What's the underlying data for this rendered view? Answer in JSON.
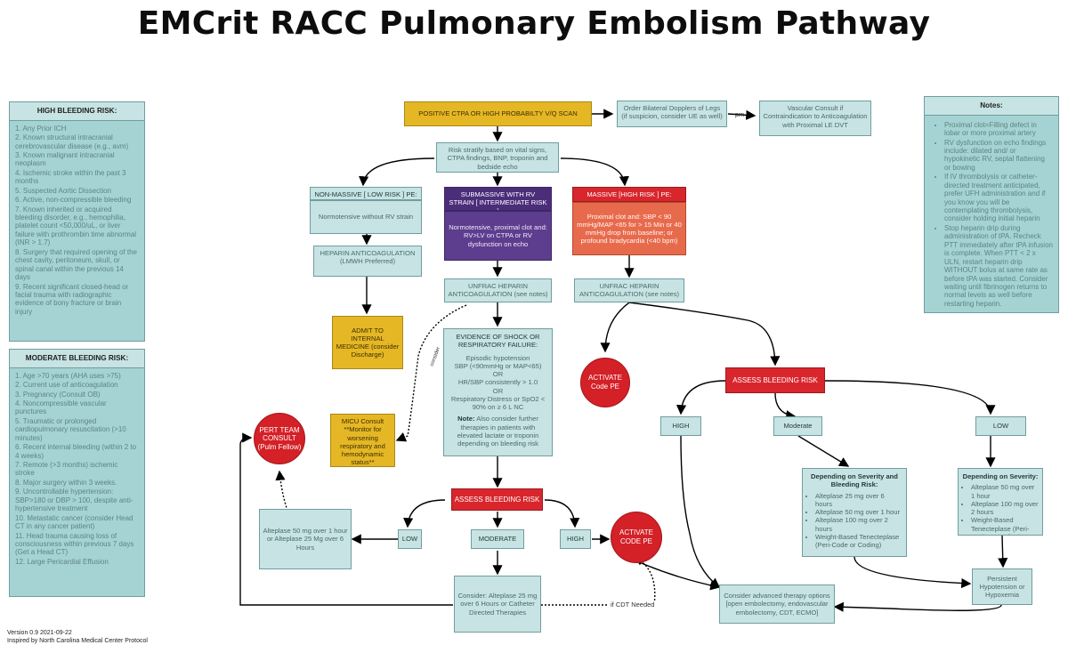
{
  "title": "EMCrit RACC Pulmonary Embolism Pathway",
  "start": "POSITIVE CTPA OR HIGH PROBABILTY V/Q SCAN",
  "dopplers": [
    "Order Bilateral Dopplers of Legs",
    "(if suspicion, consider UE as well)"
  ],
  "vascular": "Vascular Consult if Contraindication to Anticoagulation with Proximal LE DVT",
  "prn": "prn",
  "stratify": "Risk stratify based on vital signs, CTPA findings, BNP, troponin and bedside echo",
  "nonmassive": {
    "header": "NON-MASSIVE [ LOW RISK ] PE:",
    "body": "Normotensive without RV strain",
    "heparin": "HEPARIN ANTICOAGULATION (LMWH Preferred)",
    "admit": "ADMIT TO INTERNAL MEDICINE (consider Discharge)"
  },
  "submassive": {
    "header": "SUBMASSIVE WITH RV STRAIN [ INTERMEDIATE RISK ]",
    "body": "Normotensive, proximal clot and: RV>LV on CTPA or RV dysfunction on echo",
    "heparin": "UNFRAC HEPARIN ANTICOAGULATION (see notes)"
  },
  "massive": {
    "header": "MASSIVE [HIGH RISK ] PE:",
    "body": "Proximal clot and: SBP < 90 mmHg/MAP <65 for > 15 Min or 40 mmHg drop from baseline; or profound bradycardia (<40 bpm)",
    "heparin": "UNFRAC HEPARIN ANTICOAGULATION (see notes)"
  },
  "shock": {
    "header": "EVIDENCE OF SHOCK OR RESPIRATORY FAILURE:",
    "lines": [
      "Episodic hypotension",
      "SBP (<90mmHg or MAP<65)",
      "OR",
      "HR/SBP consistently > 1.0",
      "OR",
      "Respiratory Distress or SpO2 < 90% on ≥ 6 L NC"
    ],
    "note_label": "Note:",
    "note": " Also consider further therapies in patients with elevated lactate or troponin depending on bleeding risk"
  },
  "micu": "MICU Consult **Monitor for worsening respiratory and hemodynamic status**",
  "pert": [
    "PERT TEAM CONSULT",
    "(Pulm Fellow)"
  ],
  "consider_label": "consider",
  "activate1": [
    "ACTIVATE",
    "Code PE"
  ],
  "activate2": [
    "ACTIVATE",
    "CODE PE"
  ],
  "assess1": "ASSESS BLEEDING RISK",
  "assess2": "ASSESS BLEEDING RISK",
  "risk_low": "LOW",
  "risk_moderate": "MODERATE",
  "risk_high": "HIGH",
  "alteplase_low": "Alteplase 50 mg over 1 hour or Alteplase 25 Mg over 6 Hours",
  "consider_low": "Consider: Alteplase 25 mg over 6 Hours or Catheter Directed Therapies",
  "cdt_needed": "if CDT Needed",
  "mass_high": "HIGH",
  "mass_moderate": "Moderate",
  "mass_low": "LOW",
  "severity_mod": {
    "header": "Depending on Severity and Bleeding Risk:",
    "items": [
      "Alteplase 25 mg over 6 hours",
      "Alteplase 50 mg over 1 hour",
      "Alteplase 100 mg over 2 hours",
      "Weight-Based Tenecteplase (Peri-Code or Coding)"
    ]
  },
  "severity_low": {
    "header": "Depending on Severity:",
    "items": [
      "Alteplase 50 mg over 1 hour",
      "Alteplase 100 mg over 2 hours",
      "Weight-Based Tenecteplase (Peri-Code or Coding)"
    ]
  },
  "persistent": "Persistent Hypotension or Hypoxemia",
  "advanced": "Consider advanced therapy options [open embolectomy, endovascular embolectomy, CDT, ECMO]",
  "high_bleeding": {
    "header": "HIGH BLEEDING RISK:",
    "items": [
      "1.    Any Prior ICH",
      "2.    Known structural intracranial cerebrovascular disease (e.g., avm)",
      "3.    Known malignant intracranial neoplasm",
      "4.    Ischemic stroke within the past 3 months",
      "5.    Suspected Aortic Dissection",
      "6.    Active, non-compressible bleeding",
      "7.    Known inherited or acquired bleeding disorder, e.g., hemophilia, platelet count <50,000/uL, or liver failure with        prothrombin time abnormal (INR > 1.7)",
      "8.    Surgery that required opening of the chest cavity, peritoneum, skull, or spinal canal within the previous 14 days",
      "9.    Recent significant closed-head or facial trauma with radiographic evidence of bony fracture or brain injury"
    ]
  },
  "moderate_bleeding": {
    "header": "MODERATE BLEEDING RISK:",
    "items": [
      "1.    Age >70 years (AHA uses >75)",
      "2.    Current use of anticoagulation",
      "3.    Pregnancy (Consult OB)",
      "4.    Noncompressible vascular punctures",
      "5.    Traumatic or prolonged cardiopulmonary resuscitation (>10 minutes)",
      "6.    Recent internal bleeding (within 2 to 4 weeks)",
      "7.    Remote (>3 months) ischemic stroke",
      "8.    Major surgery within 3 weeks.",
      "9.    Uncontrollable hypertension: SBP>180 or DBP > 100, despite anti-hypertensive treatment",
      "10.  Metastatic cancer (consider Head CT in any cancer patient)",
      "11.  Head trauma causing loss of consciousness within previous 7 days (Get a Head CT)",
      "12.  Large Pericardial Effusion"
    ]
  },
  "notes": {
    "header": "Notes:",
    "items": [
      "Proximal clot=Filling defect in lobar or more proximal artery",
      "RV dysfunction on echo findings include: dilated and/ or hypokinetic RV, septal  flattening or bowing",
      "If IV thrombolysis or catheter-directed treatment anticipated, prefer UFH administration and if you know you will be contemplating thrombolysis, consider holding initial heparin",
      "Stop heparin drip during administration of tPA. Recheck PTT immediately after tPA infusion is complete. When PTT < 2 x ULN, restart heparin drip WITHOUT bolus at same rate as before tPA was started. Consider waiting until fibrinogen returns to normal levels as well before restarting heparin."
    ]
  },
  "footer": [
    "Version 0.9 2021-09-22",
    "Inspired by North Carolina Medical Center Protocol"
  ]
}
